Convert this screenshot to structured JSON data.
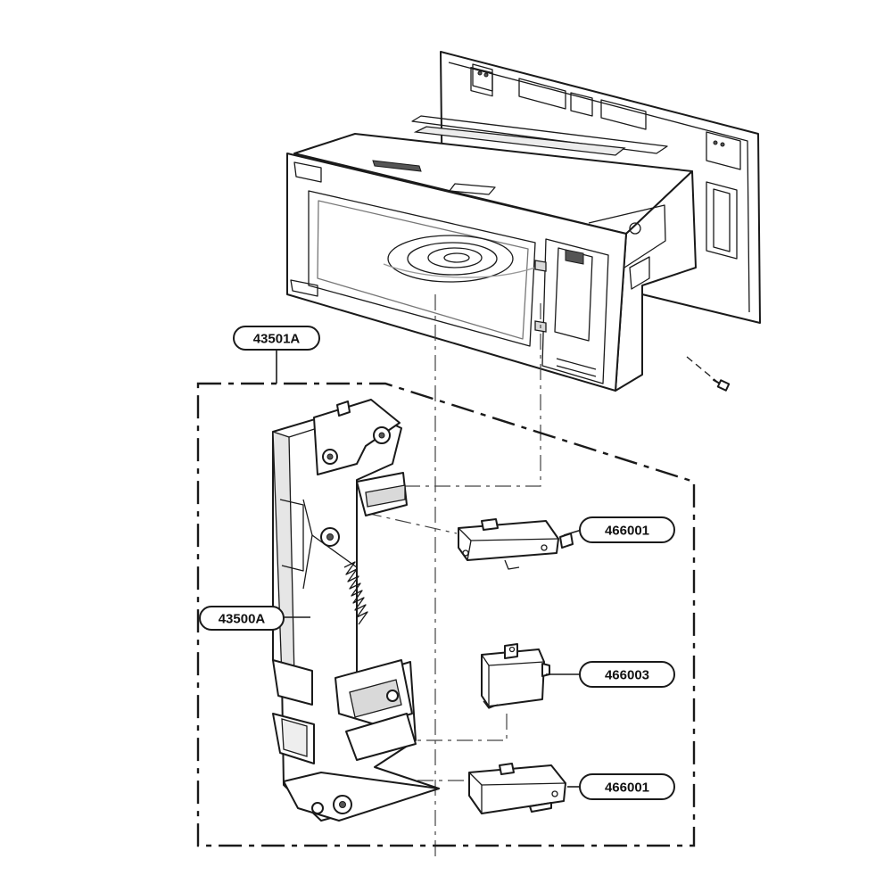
{
  "callouts": {
    "assembly": "43501A",
    "latch_board": "43500A",
    "switch_upper": "466001",
    "switch_middle": "466003",
    "switch_lower": "466001"
  }
}
